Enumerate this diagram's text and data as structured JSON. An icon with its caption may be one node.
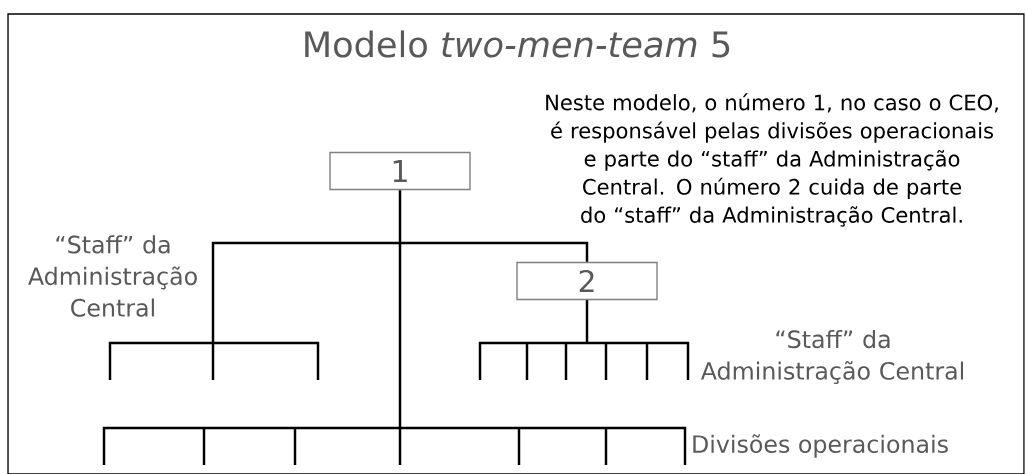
{
  "diagram": {
    "title": "Modelo *two-men-team* 5",
    "nodes": [
      {
        "text": [
          "1"
        ]
      },
      {
        "text": [
          "2"
        ]
      }
    ],
    "edges": [
      {
        "from": 0,
        "to": 1,
        "arrow": "none"
      }
    ],
    "labels": [
      "Neste modelo, o número 1, no caso o CEO, é responsável pelas divisões operacionais e parte do “staff” da Administração Central. O número 2 cuida de parte do “staff” da Administração Central.",
      "“Staff” da Administração Central",
      "“Staff” da Administração Central",
      "Divisões operacionais"
    ]
  }
}
